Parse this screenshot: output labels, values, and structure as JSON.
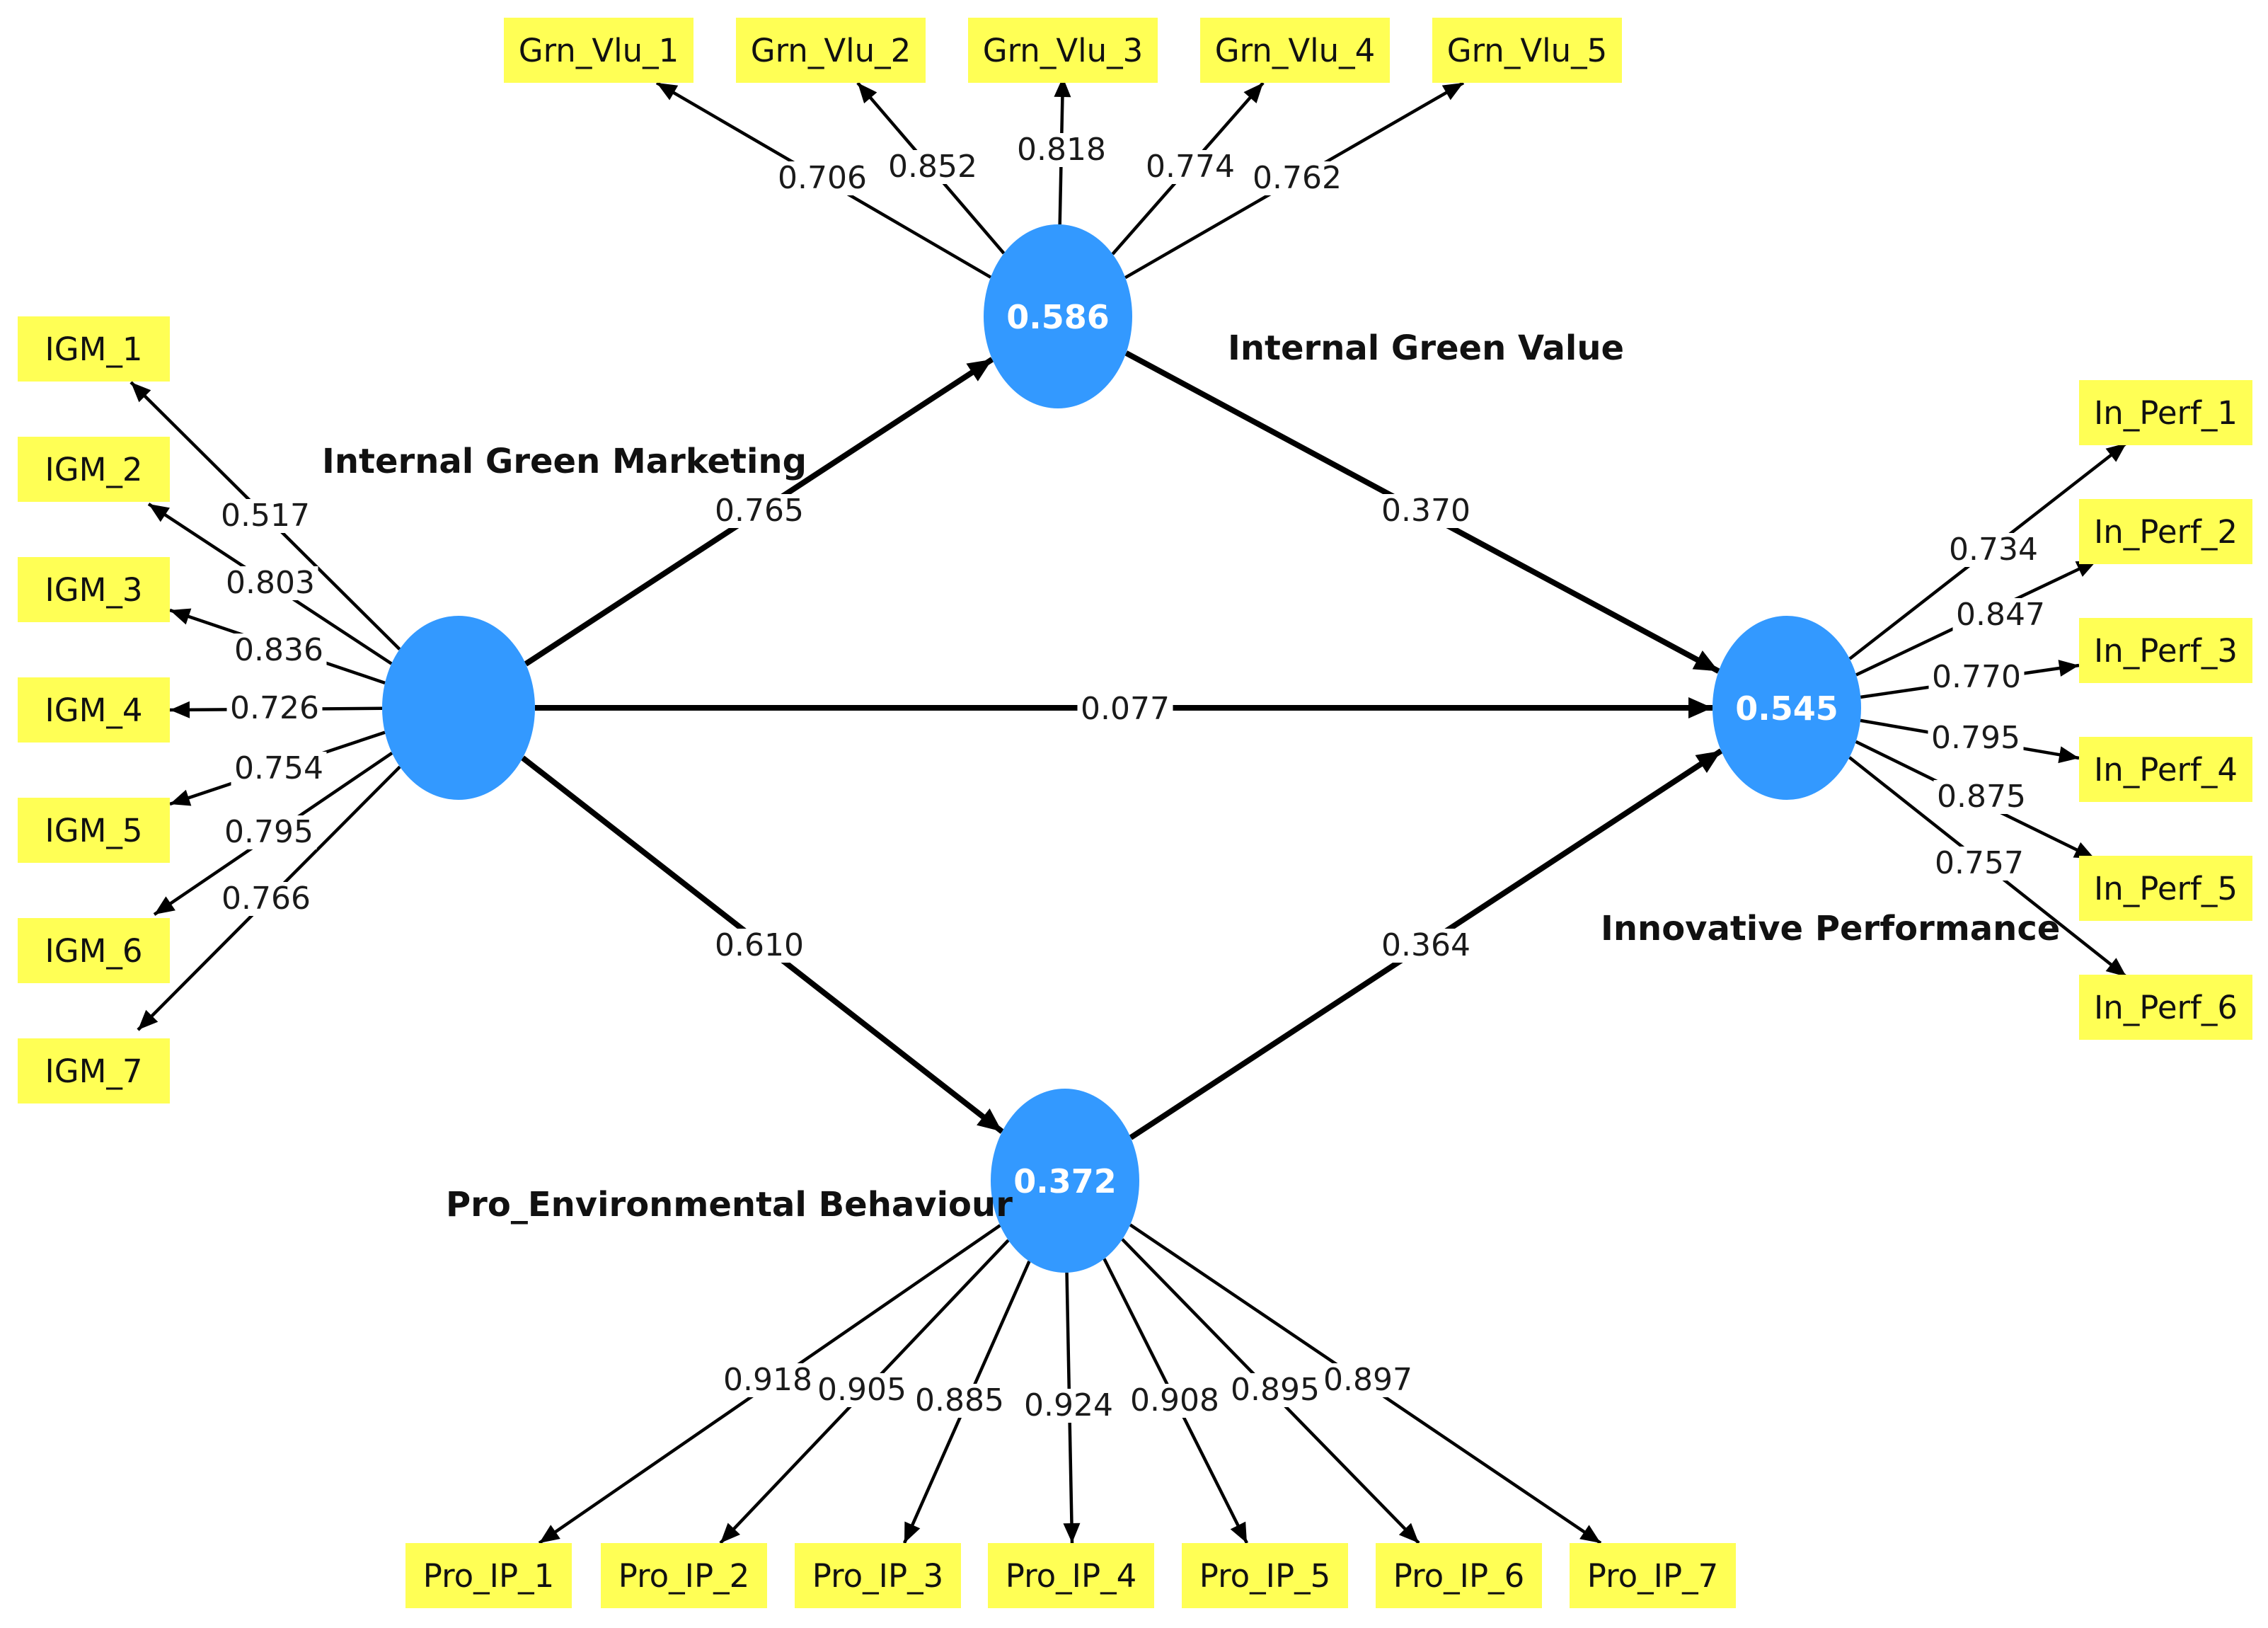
{
  "colors": {
    "latent_fill": "#3399ff",
    "indicator_fill": "#ffff55",
    "edge": "#000000"
  },
  "latents": {
    "igm": {
      "name": "Internal Green Marketing",
      "r2": ""
    },
    "igv": {
      "name": "Internal Green Value",
      "r2": "0.586"
    },
    "ip": {
      "name": "Innovative Performance",
      "r2": "0.545"
    },
    "peb": {
      "name": "Pro_Environmental Behaviour",
      "r2": "0.372"
    }
  },
  "paths": [
    {
      "from": "igm",
      "to": "igv",
      "coef": "0.765"
    },
    {
      "from": "igv",
      "to": "ip",
      "coef": "0.370"
    },
    {
      "from": "igm",
      "to": "ip",
      "coef": "0.077"
    },
    {
      "from": "igm",
      "to": "peb",
      "coef": "0.610"
    },
    {
      "from": "peb",
      "to": "ip",
      "coef": "0.364"
    }
  ],
  "indicators": {
    "igm": [
      {
        "name": "IGM_1",
        "loading": "0.517"
      },
      {
        "name": "IGM_2",
        "loading": "0.803"
      },
      {
        "name": "IGM_3",
        "loading": "0.836"
      },
      {
        "name": "IGM_4",
        "loading": "0.726"
      },
      {
        "name": "IGM_5",
        "loading": "0.754"
      },
      {
        "name": "IGM_6",
        "loading": "0.795"
      },
      {
        "name": "IGM_7",
        "loading": "0.766"
      }
    ],
    "igv": [
      {
        "name": "Grn_Vlu_1",
        "loading": "0.706"
      },
      {
        "name": "Grn_Vlu_2",
        "loading": "0.852"
      },
      {
        "name": "Grn_Vlu_3",
        "loading": "0.818"
      },
      {
        "name": "Grn_Vlu_4",
        "loading": "0.774"
      },
      {
        "name": "Grn_Vlu_5",
        "loading": "0.762"
      }
    ],
    "ip": [
      {
        "name": "In_Perf_1",
        "loading": "0.734"
      },
      {
        "name": "In_Perf_2",
        "loading": "0.847"
      },
      {
        "name": "In_Perf_3",
        "loading": "0.770"
      },
      {
        "name": "In_Perf_4",
        "loading": "0.795"
      },
      {
        "name": "In_Perf_5",
        "loading": "0.875"
      },
      {
        "name": "In_Perf_6",
        "loading": "0.757"
      }
    ],
    "peb": [
      {
        "name": "Pro_IP_1",
        "loading": "0.918"
      },
      {
        "name": "Pro_IP_2",
        "loading": "0.905"
      },
      {
        "name": "Pro_IP_3",
        "loading": "0.885"
      },
      {
        "name": "Pro_IP_4",
        "loading": "0.924"
      },
      {
        "name": "Pro_IP_5",
        "loading": "0.908"
      },
      {
        "name": "Pro_IP_6",
        "loading": "0.895"
      },
      {
        "name": "Pro_IP_7",
        "loading": "0.897"
      }
    ]
  }
}
